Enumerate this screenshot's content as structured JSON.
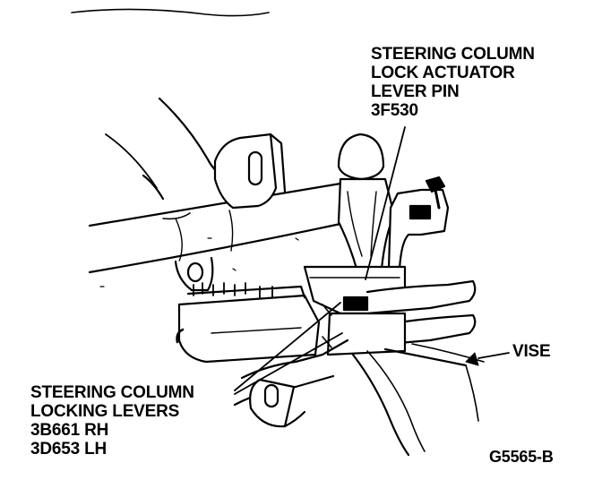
{
  "diagram": {
    "labels": {
      "actuator_pin": [
        "STEERING COLUMN",
        "LOCK ACTUATOR",
        "LEVER PIN",
        "3F530"
      ],
      "locking_levers": [
        "STEERING COLUMN",
        "LOCKING LEVERS",
        "3B661 RH",
        "3D653 LH"
      ],
      "vise": "VISE"
    },
    "figure_id": "G5565-B"
  }
}
